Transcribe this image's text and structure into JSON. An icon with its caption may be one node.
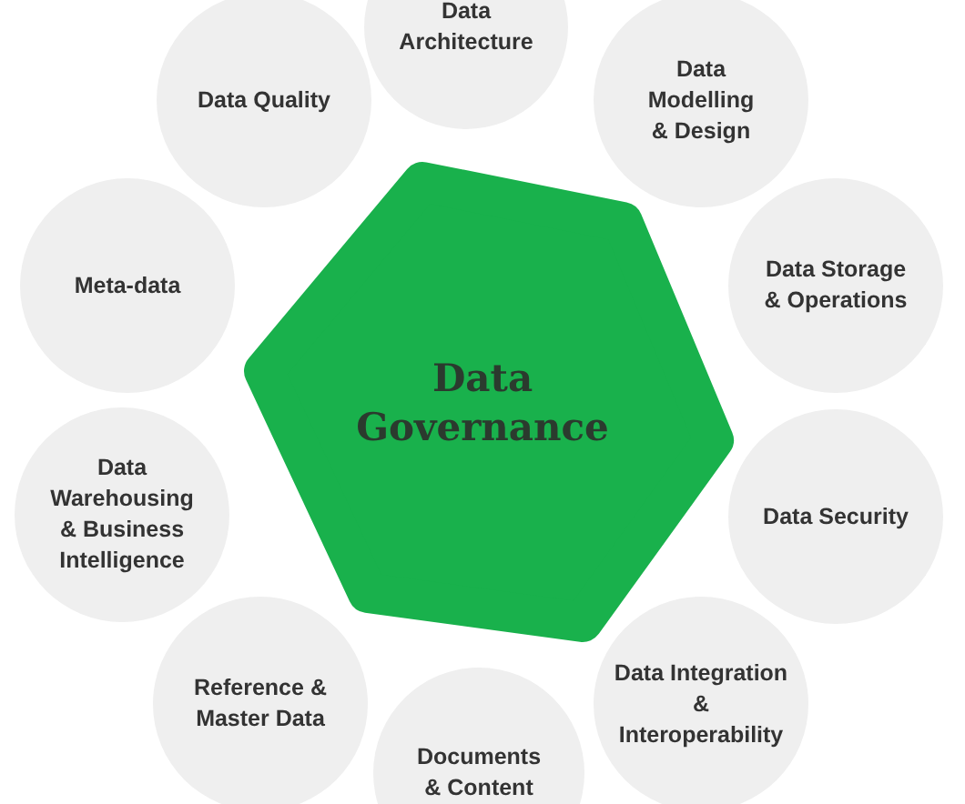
{
  "diagram": {
    "nodes": [
      {
        "text": [
          "Data Governance"
        ]
      },
      {
        "text": [
          "Data Architecture"
        ]
      },
      {
        "text": [
          "Data Modelling & Design"
        ]
      },
      {
        "text": [
          "Data Storage & Operations"
        ]
      },
      {
        "text": [
          "Data Security"
        ]
      },
      {
        "text": [
          "Data Integration & Interoperability"
        ]
      },
      {
        "text": [
          "Documents & Content"
        ]
      },
      {
        "text": [
          "Reference & Master Data"
        ]
      },
      {
        "text": [
          "Data Warehousing & Business Intelligence"
        ]
      },
      {
        "text": [
          "Meta-data"
        ]
      },
      {
        "text": [
          "Data Quality"
        ]
      }
    ]
  }
}
